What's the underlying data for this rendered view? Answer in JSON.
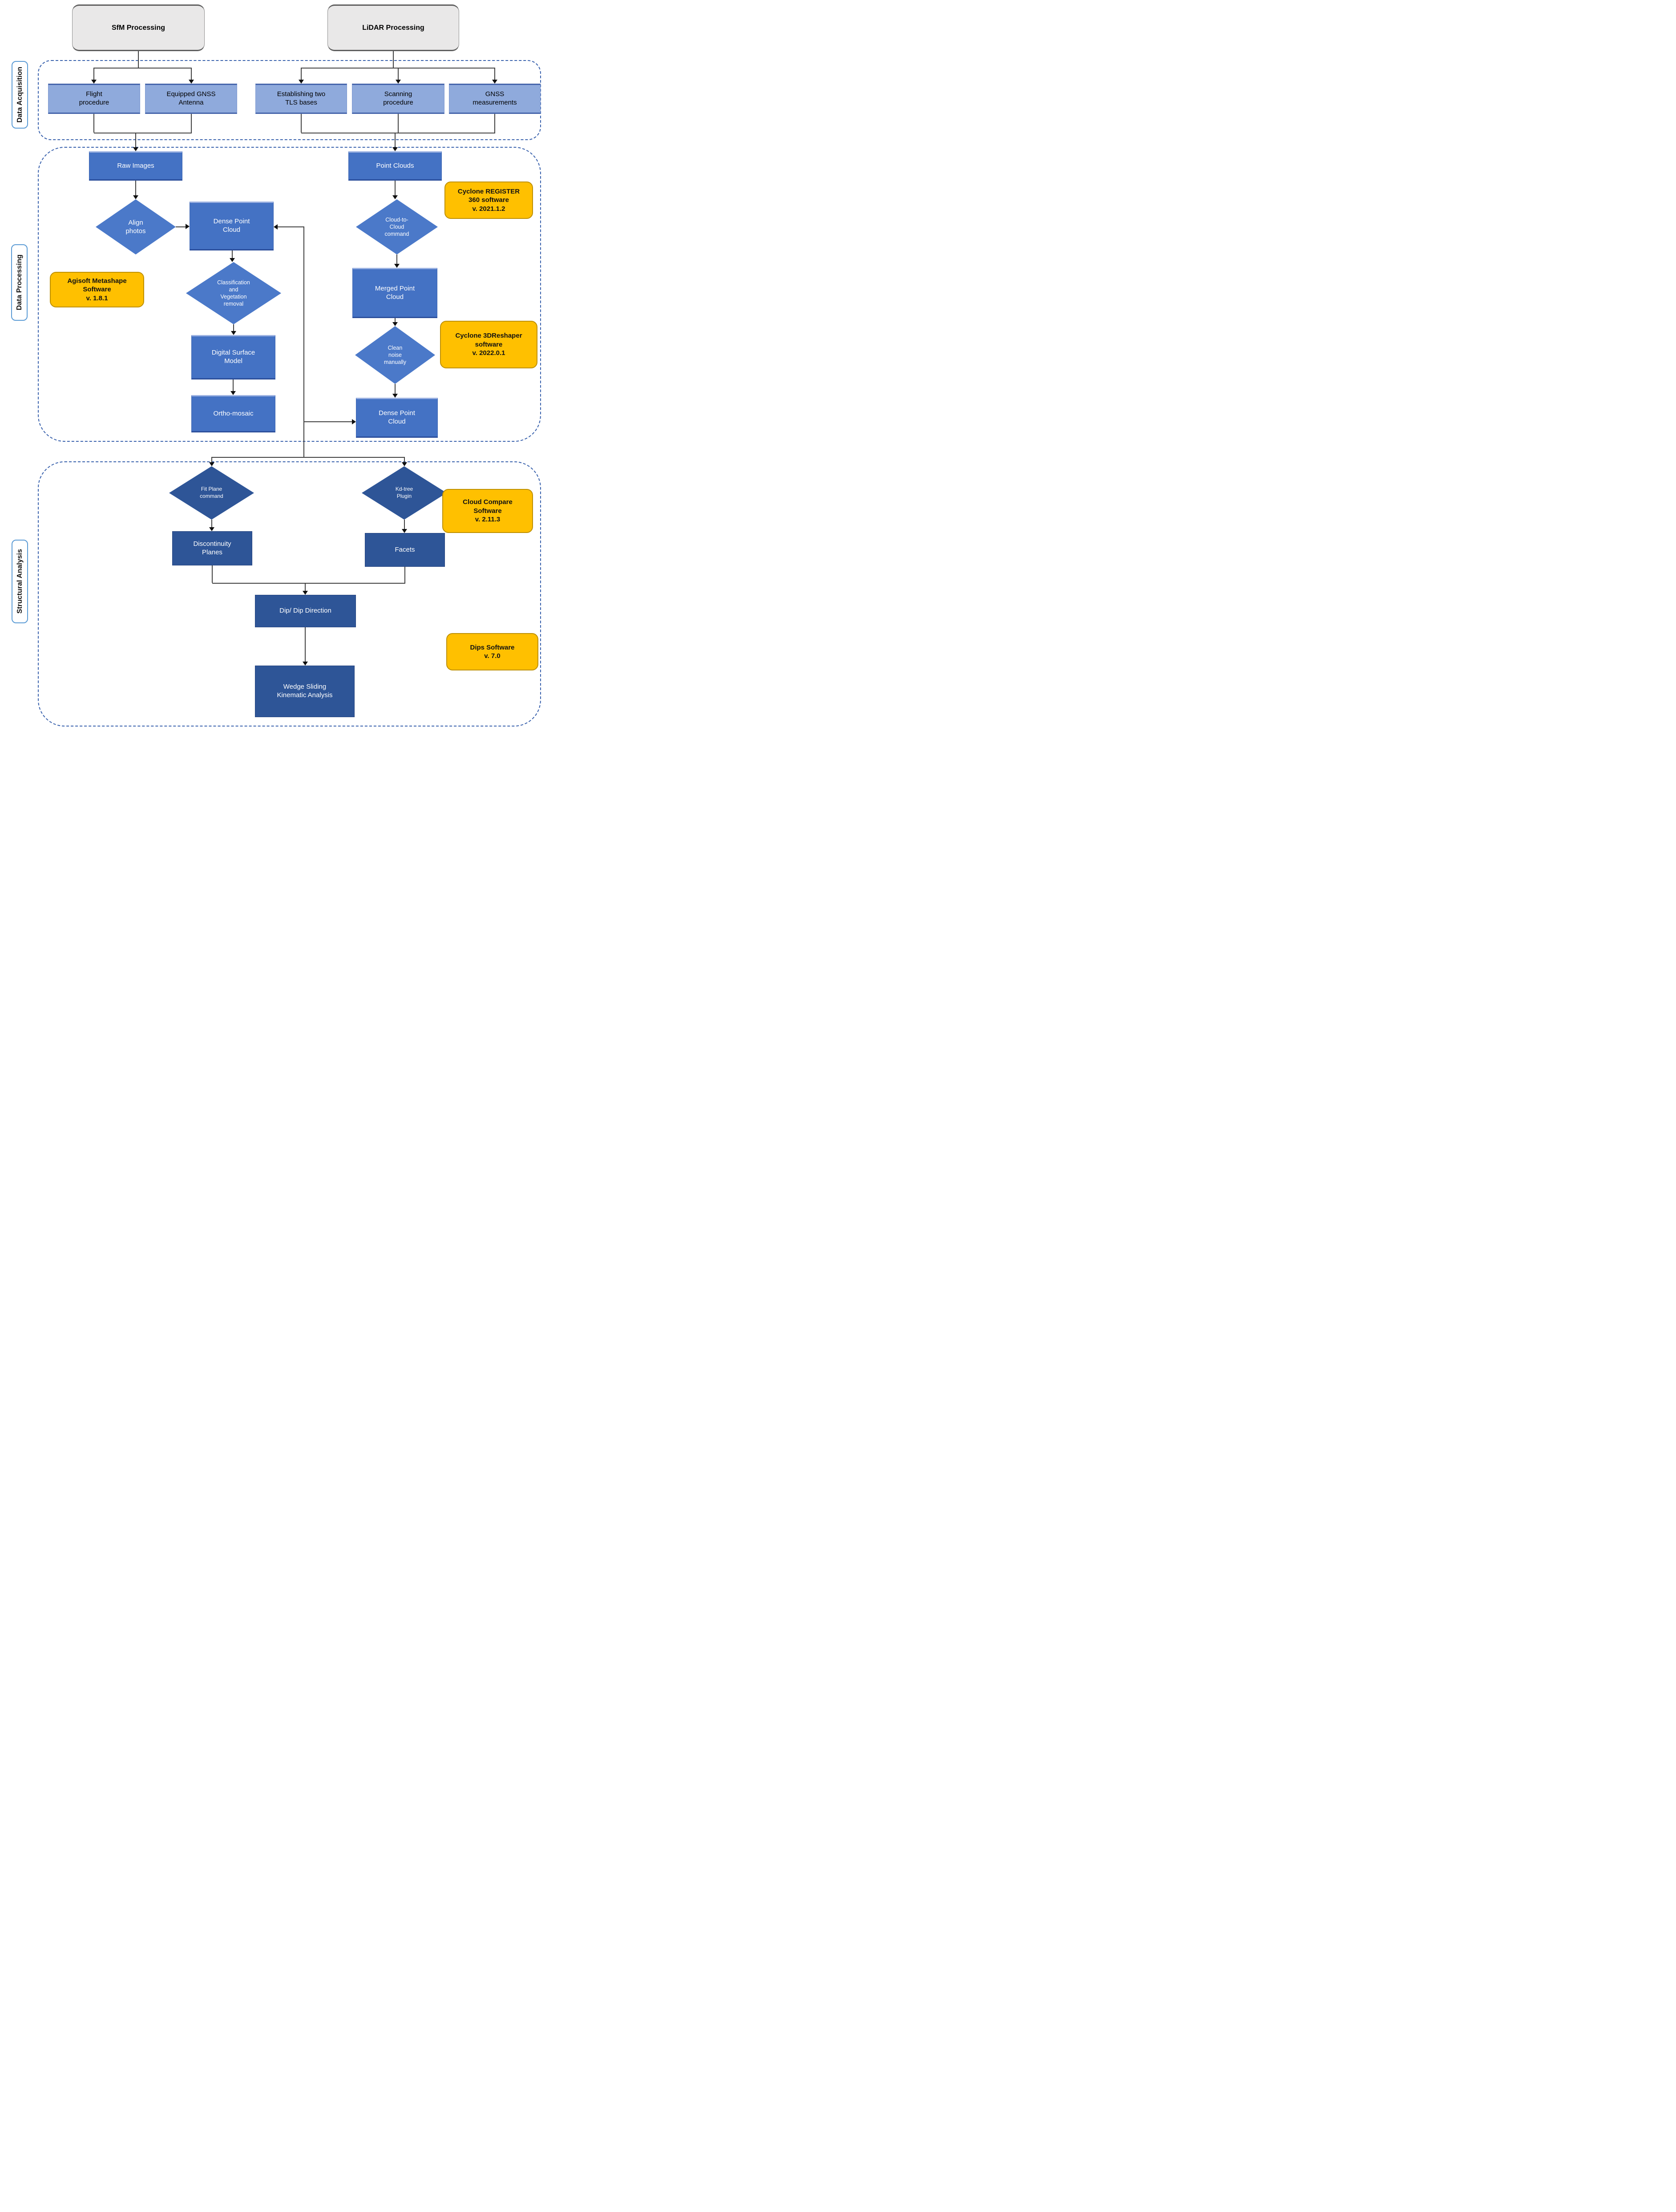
{
  "sections": {
    "acquisition": "Data Acquisition",
    "processing": "Data Processing",
    "analysis": "Structural Analysis"
  },
  "headers": {
    "sfm": "SfM Processing",
    "lidar": "LiDAR Processing"
  },
  "nodes": {
    "flight": "Flight\nprocedure",
    "gnss_antenna": "Equipped GNSS\nAntenna",
    "tls_bases": "Establishing two\nTLS bases",
    "scanning": "Scanning\nprocedure",
    "gnss_measurements": "GNSS\nmeasurements",
    "raw_images": "Raw Images",
    "point_clouds": "Point Clouds",
    "align_photos": "Align\nphotos",
    "dense_point_cloud_sfm": "Dense Point\nCloud",
    "cloud_to_cloud": "Cloud-to-\nCloud\ncommand",
    "classification": "Classification\nand\nVegetation\nremoval",
    "merged_point_cloud": "Merged Point\nCloud",
    "clean_noise": "Clean\nnoise\nmanually",
    "digital_surface_model": "Digital Surface\nModel",
    "ortho_mosaic": "Ortho-mosaic",
    "dense_point_cloud_lidar": "Dense Point\nCloud",
    "fit_plane": "Fit Plane\ncommand",
    "kd_tree": "Kd-tree\nPlugin",
    "discontinuity_planes": "Discontinuity\nPlanes",
    "facets": "Facets",
    "dip_direction": "Dip/ Dip Direction",
    "wedge_sliding": "Wedge Sliding\nKinematic Analysis"
  },
  "software_notes": {
    "agisoft": "Agisoft Metashape\nSoftware\nv. 1.8.1",
    "cyclone_register": "Cyclone REGISTER\n360 software\nv. 2021.1.2",
    "cyclone_3dreshaper": "Cyclone 3DReshaper\nsoftware\nv. 2022.0.1",
    "cloud_compare": "Cloud Compare\nSoftware\nv. 2.11.3",
    "dips": "Dips Software\nv. 7.0"
  },
  "colors": {
    "header_fill": "#E9E8E8",
    "acquisition_fill": "#8FAADC",
    "process_fill": "#4472C4",
    "analysis_fill": "#2E5597",
    "software_fill": "#FFC000",
    "container_border": "#3A62AD"
  }
}
